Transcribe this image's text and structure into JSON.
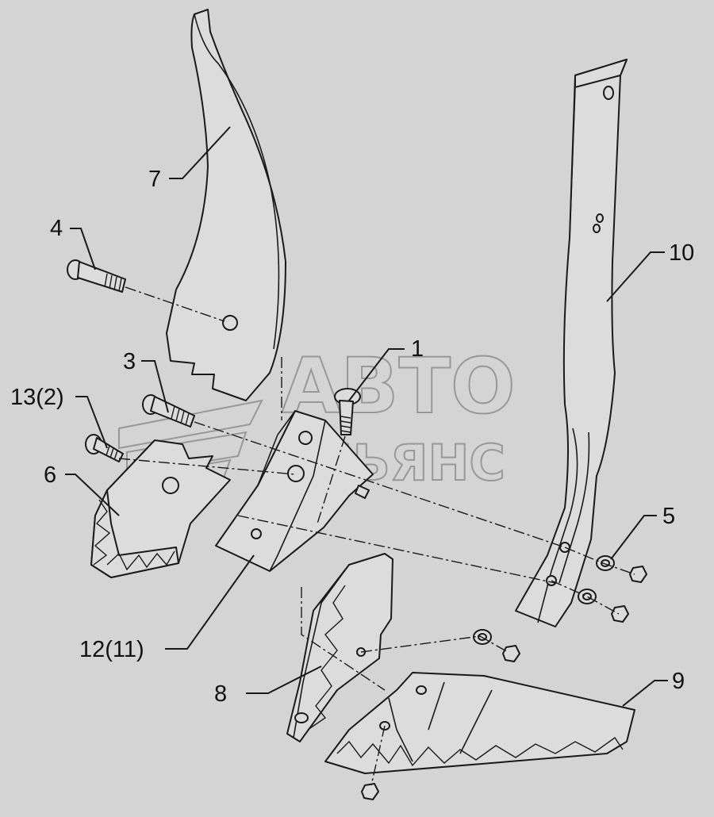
{
  "watermark": {
    "line1": "АВТО",
    "line2": "АЛЬЯНС"
  },
  "callouts": [
    {
      "id": "c1",
      "label": "1"
    },
    {
      "id": "c3",
      "label": "3"
    },
    {
      "id": "c4",
      "label": "4"
    },
    {
      "id": "c5",
      "label": "5"
    },
    {
      "id": "c6",
      "label": "6"
    },
    {
      "id": "c7",
      "label": "7"
    },
    {
      "id": "c8",
      "label": "8"
    },
    {
      "id": "c9",
      "label": "9"
    },
    {
      "id": "c10",
      "label": "10"
    },
    {
      "id": "c12",
      "label": "12(11)"
    },
    {
      "id": "c13",
      "label": "13(2)"
    }
  ]
}
